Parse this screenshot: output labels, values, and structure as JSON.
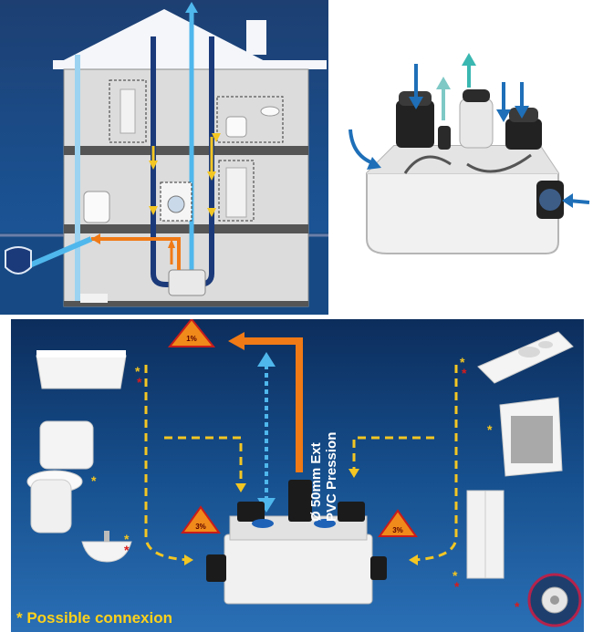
{
  "install": {
    "pvc_line1": "Ø 50mm Ext",
    "pvc_line2": "PVC Pression",
    "footnote": "* Possible connexion",
    "slope_label": "1%",
    "slope_label_small": "3%"
  },
  "colors": {
    "waste_flow": "#f3c623",
    "discharge": "#f07a16",
    "vent": "#4fb7ec",
    "accent_red": "#d81b1b"
  }
}
